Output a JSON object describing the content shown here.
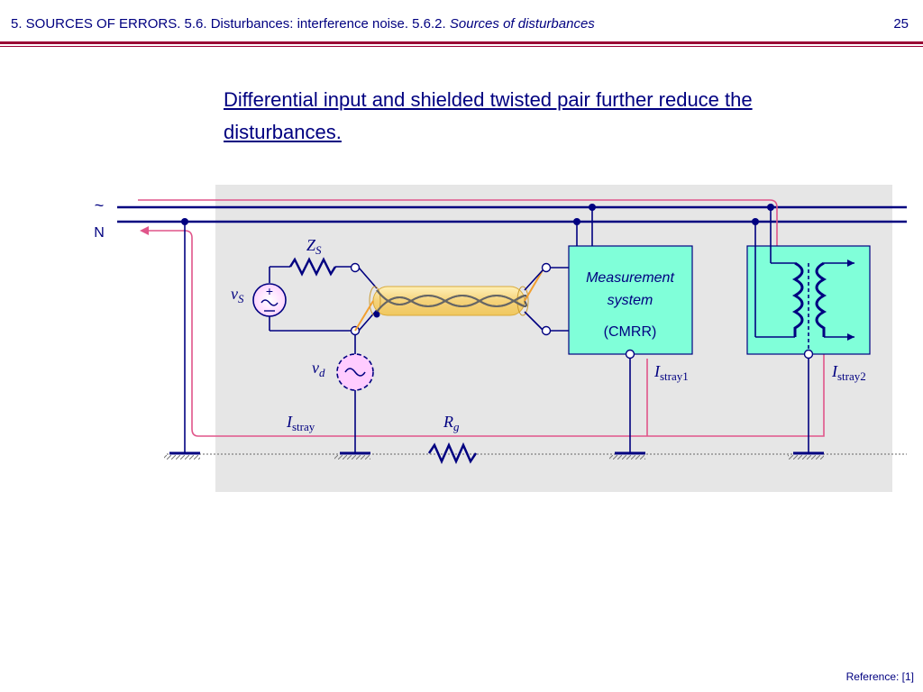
{
  "header": {
    "crumb_plain": "5. SOURCES OF ERRORS. 5.6. Disturbances: interference noise. 5.6.2. ",
    "crumb_italic": "Sources of disturbances",
    "page_number": "25"
  },
  "slide": {
    "title": "Differential input and shielded twisted pair further reduce the disturbances."
  },
  "diagram": {
    "line_phase_label": "~",
    "line_neutral_label": "N",
    "source_impedance": {
      "main": "Z",
      "sub": "S"
    },
    "source_voltage": {
      "main": "v",
      "sub": "S"
    },
    "differential_voltage": {
      "main": "v",
      "sub": "d"
    },
    "stray_current": {
      "main": "I",
      "sub": "stray"
    },
    "ground_resistance": {
      "main": "R",
      "sub": "g"
    },
    "stray_current_1": {
      "main": "I",
      "sub": "stray1"
    },
    "stray_current_2": {
      "main": "I",
      "sub": "stray2"
    },
    "measurement_box": {
      "line1": "Measurement",
      "line2": "system",
      "line3": "(CMRR)"
    },
    "colors": {
      "wire": "#000080",
      "stray_path": "#e0558a",
      "shield": "#f5d27a",
      "box_fill": "#80ffd9",
      "source_fill": "#ffccff",
      "background_panel": "#e6e6e6",
      "header_rule": "#990033"
    }
  },
  "footer": {
    "reference": "Reference: [1]"
  }
}
